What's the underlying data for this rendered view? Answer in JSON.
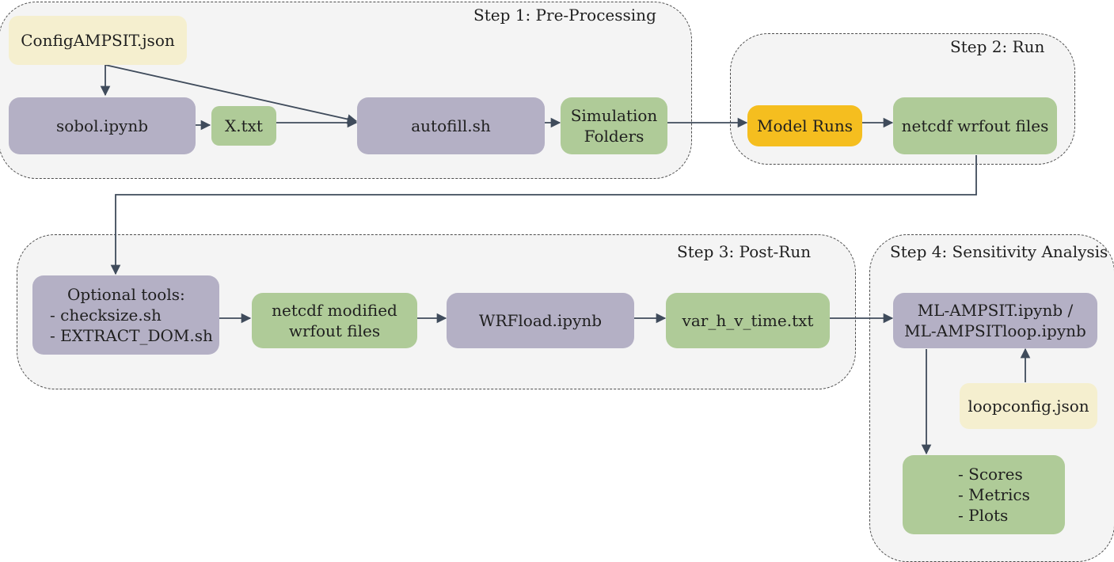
{
  "groups": {
    "step1": "Step 1: Pre-Processing",
    "step2": "Step 2: Run",
    "step3": "Step 3: Post-Run",
    "step4": "Step 4: Sensitivity Analysis"
  },
  "nodes": {
    "config_json": "ConfigAMPSIT.json",
    "sobol": "sobol.ipynb",
    "x_txt": "X.txt",
    "autofill": "autofill.sh",
    "sim_folders": [
      "Simulation",
      "Folders"
    ],
    "model_runs": "Model Runs",
    "wrfout": "netcdf wrfout files",
    "optional_tools": [
      "Optional tools:",
      "- checksize.sh",
      "- EXTRACT_DOM.sh"
    ],
    "modified_wrfout": [
      "netcdf modified",
      "wrfout files"
    ],
    "wrfload": "WRFload.ipynb",
    "var_txt": "var_h_v_time.txt",
    "ml_ampsit": [
      "ML-AMPSIT.ipynb /",
      "ML-AMPSITloop.ipynb"
    ],
    "loopconfig": "loopconfig.json",
    "outputs": [
      "- Scores",
      "- Metrics",
      "- Plots"
    ]
  },
  "colors": {
    "script_node": "#b4b0c5",
    "data_node": "#afcb98",
    "config_node": "#f5efcf",
    "run_node": "#f5be1f",
    "edge": "#3f4b5b",
    "group_fill": "#f4f4f4"
  }
}
